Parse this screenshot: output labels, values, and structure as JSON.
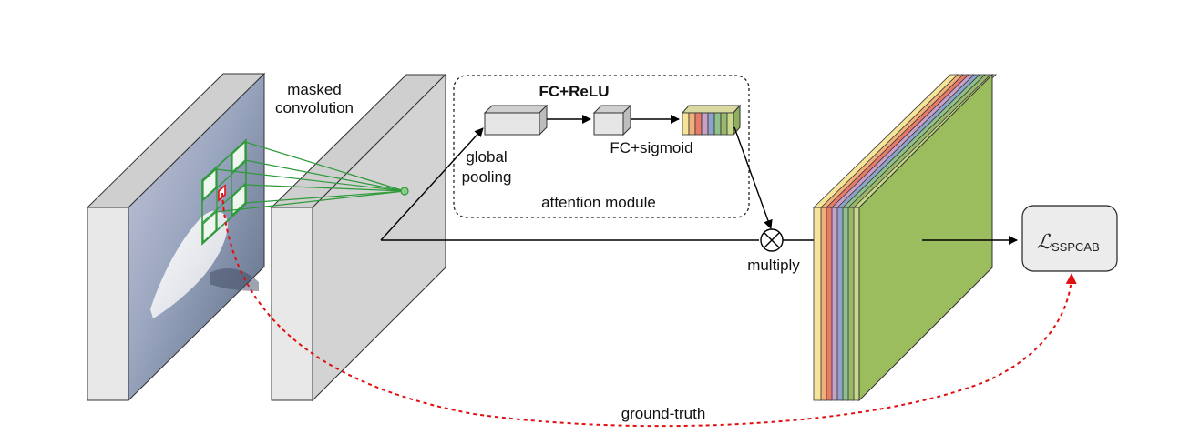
{
  "labels": {
    "masked_convolution_line1": "masked",
    "masked_convolution_line2": "convolution",
    "fc_relu": "FC+ReLU",
    "fc_sigmoid": "FC+sigmoid",
    "global_pooling_line1": "global",
    "global_pooling_line2": "pooling",
    "attention_module": "attention module",
    "multiply": "multiply",
    "ground_truth": "ground-truth",
    "loss_symbol": "ℒ",
    "loss_subscript": "SSPCAB"
  },
  "colors": {
    "mask_green": "#2e9a3a",
    "ground_truth_red": "#e01010",
    "output_green": "#9bbd5e",
    "block_face": "#e6e6e6",
    "block_top": "#bfbfbf",
    "block_side": "#d0d0d0",
    "attention_stripes": [
      "#f5e49a",
      "#f0b07a",
      "#e87a6a",
      "#c9a0c8",
      "#8fa2c8",
      "#8fbf8a",
      "#9ab86a",
      "#c9d88a"
    ]
  }
}
